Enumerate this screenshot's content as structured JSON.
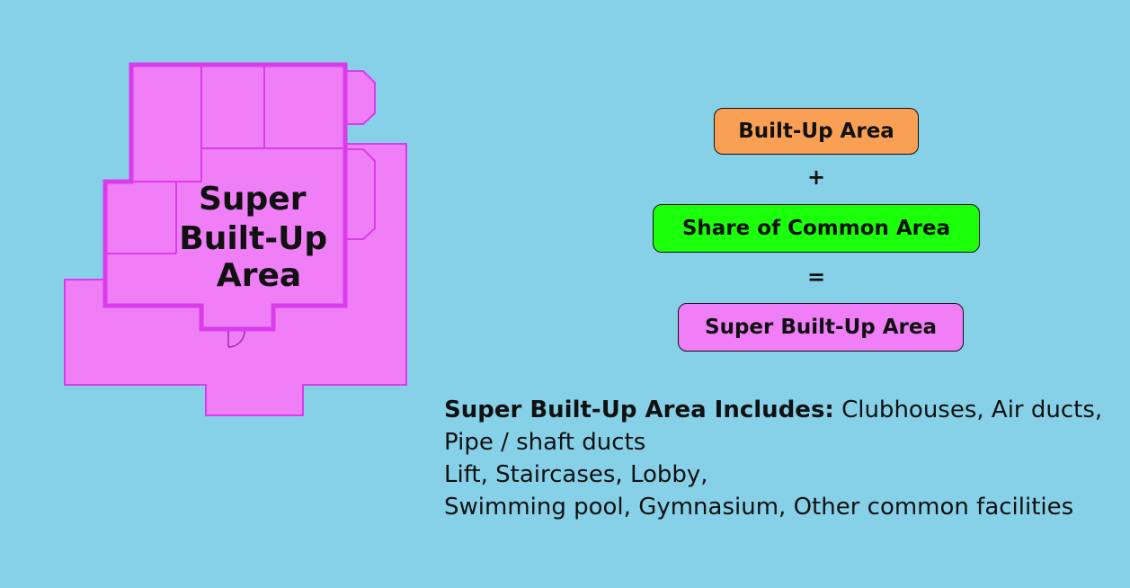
{
  "floorplan": {
    "label_lines": [
      "Super",
      "Built-Up",
      "Area"
    ],
    "colors": {
      "fill": "#F07EF7",
      "stroke": "#D93DEB"
    }
  },
  "formula": {
    "term1": {
      "label": "Built-Up Area",
      "color": "#FAA055"
    },
    "op1": "+",
    "term2": {
      "label": "Share of Common Area",
      "color": "#1BFF0A"
    },
    "op2": "=",
    "result": {
      "label": "Super Built-Up Area",
      "color": "#F07EF7"
    }
  },
  "description": {
    "lead_bold": "Super Built-Up Area  Includes:",
    "line1_rest": " Clubhouses, Air ducts, Pipe / shaft ducts",
    "line2": "Lift, Staircases, Lobby,",
    "line3": "Swimming pool, Gymnasium, Other common facilities"
  },
  "colors": {
    "background": "#87D1E8"
  }
}
